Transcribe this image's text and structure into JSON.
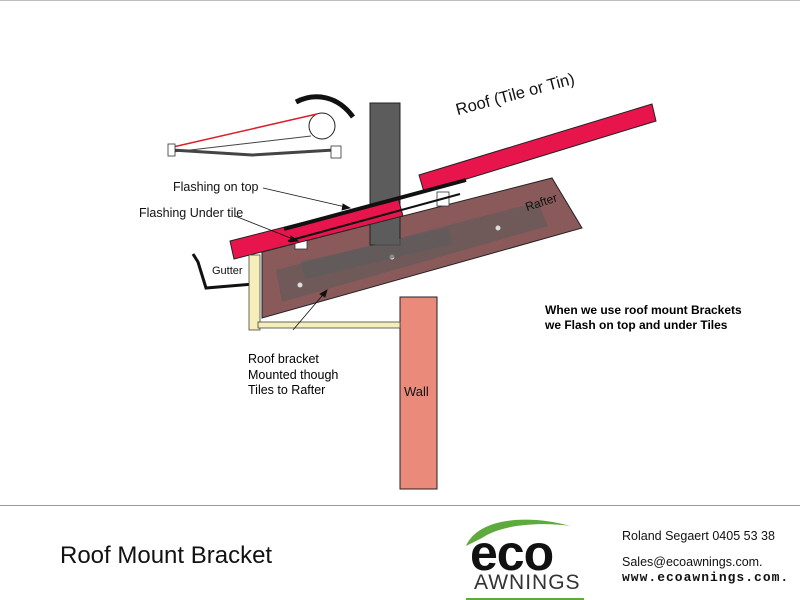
{
  "diagram": {
    "labels": {
      "roof": "Roof (Tile or Tin)",
      "rafter": "Rafter",
      "gutter": "Gutter",
      "wall": "Wall",
      "flashing_on_top": "Flashing on top",
      "flashing_under_tile": "Flashing Under tile",
      "roof_bracket": [
        "Roof bracket",
        "Mounted though",
        "Tiles to Rafter"
      ]
    },
    "note": [
      "When we use roof mount Brackets",
      "we Flash on top and under Tiles"
    ],
    "colors": {
      "roof": "#e8144c",
      "rafter": "#8a5a5a",
      "rafter_inner": "#5a5a5a",
      "post": "#5c5c5c",
      "wall": "#e98a7a",
      "bracket": "#f6eeb8",
      "awning_arm": "#d81f2a"
    }
  },
  "footer": {
    "title": "Roof Mount Bracket",
    "logo": {
      "eco": "eco",
      "awnings": "AWNINGS",
      "leaf_color": "#5faa3c"
    },
    "contact": {
      "name_phone": "Roland Segaert 0405 53 38",
      "email": "Sales@ecoawnings.com.",
      "website": "www.ecoawnings.com."
    }
  }
}
